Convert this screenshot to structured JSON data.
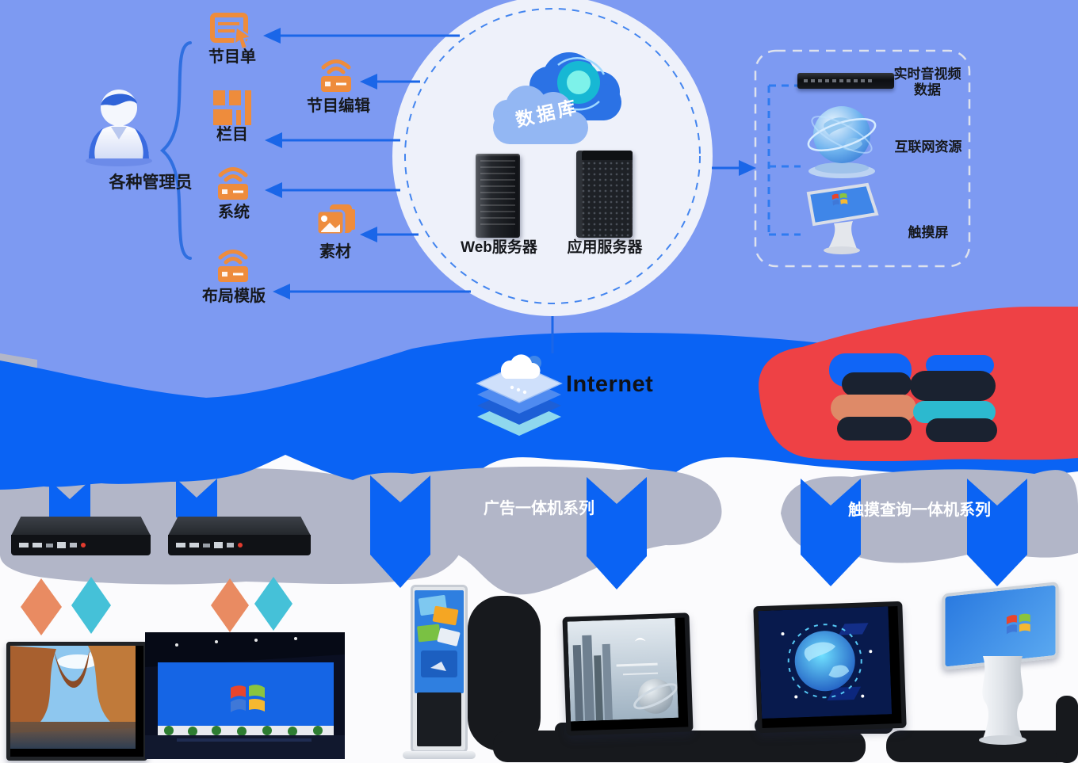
{
  "admin": {
    "label": "各种管理员"
  },
  "functions": [
    {
      "label": "节目单"
    },
    {
      "label": "节目编辑"
    },
    {
      "label": "栏目"
    },
    {
      "label": "系统"
    },
    {
      "label": "素材"
    },
    {
      "label": "布局模版"
    }
  ],
  "platform": {
    "database_label": "数据库",
    "web_server_label": "Web服务器",
    "app_server_label": "应用服务器"
  },
  "external_sources": {
    "realtime_av": {
      "line1": "实时音视频",
      "line2": "数据"
    },
    "internet_resource": {
      "label": "互联网资源"
    },
    "touch_screen": {
      "label": "触摸屏"
    }
  },
  "network": {
    "internet_label": "Internet"
  },
  "series": {
    "advertising": {
      "label": "广告一体机系列"
    },
    "touch_query": {
      "label": "触摸查询一体机系列"
    }
  },
  "colors": {
    "background": "#7D9AF2",
    "platform_circle": "#EEF1FA",
    "band_blue": "#0A63F4",
    "band_red": "#EE4145",
    "accent_orange": "#EE8C3C",
    "arrow_blue": "#1A66E8",
    "gray_mask": "#B2B6C8",
    "dark_mask": "#17191D",
    "diamond_orange": "#E98B62",
    "diamond_teal": "#45C1D8"
  }
}
